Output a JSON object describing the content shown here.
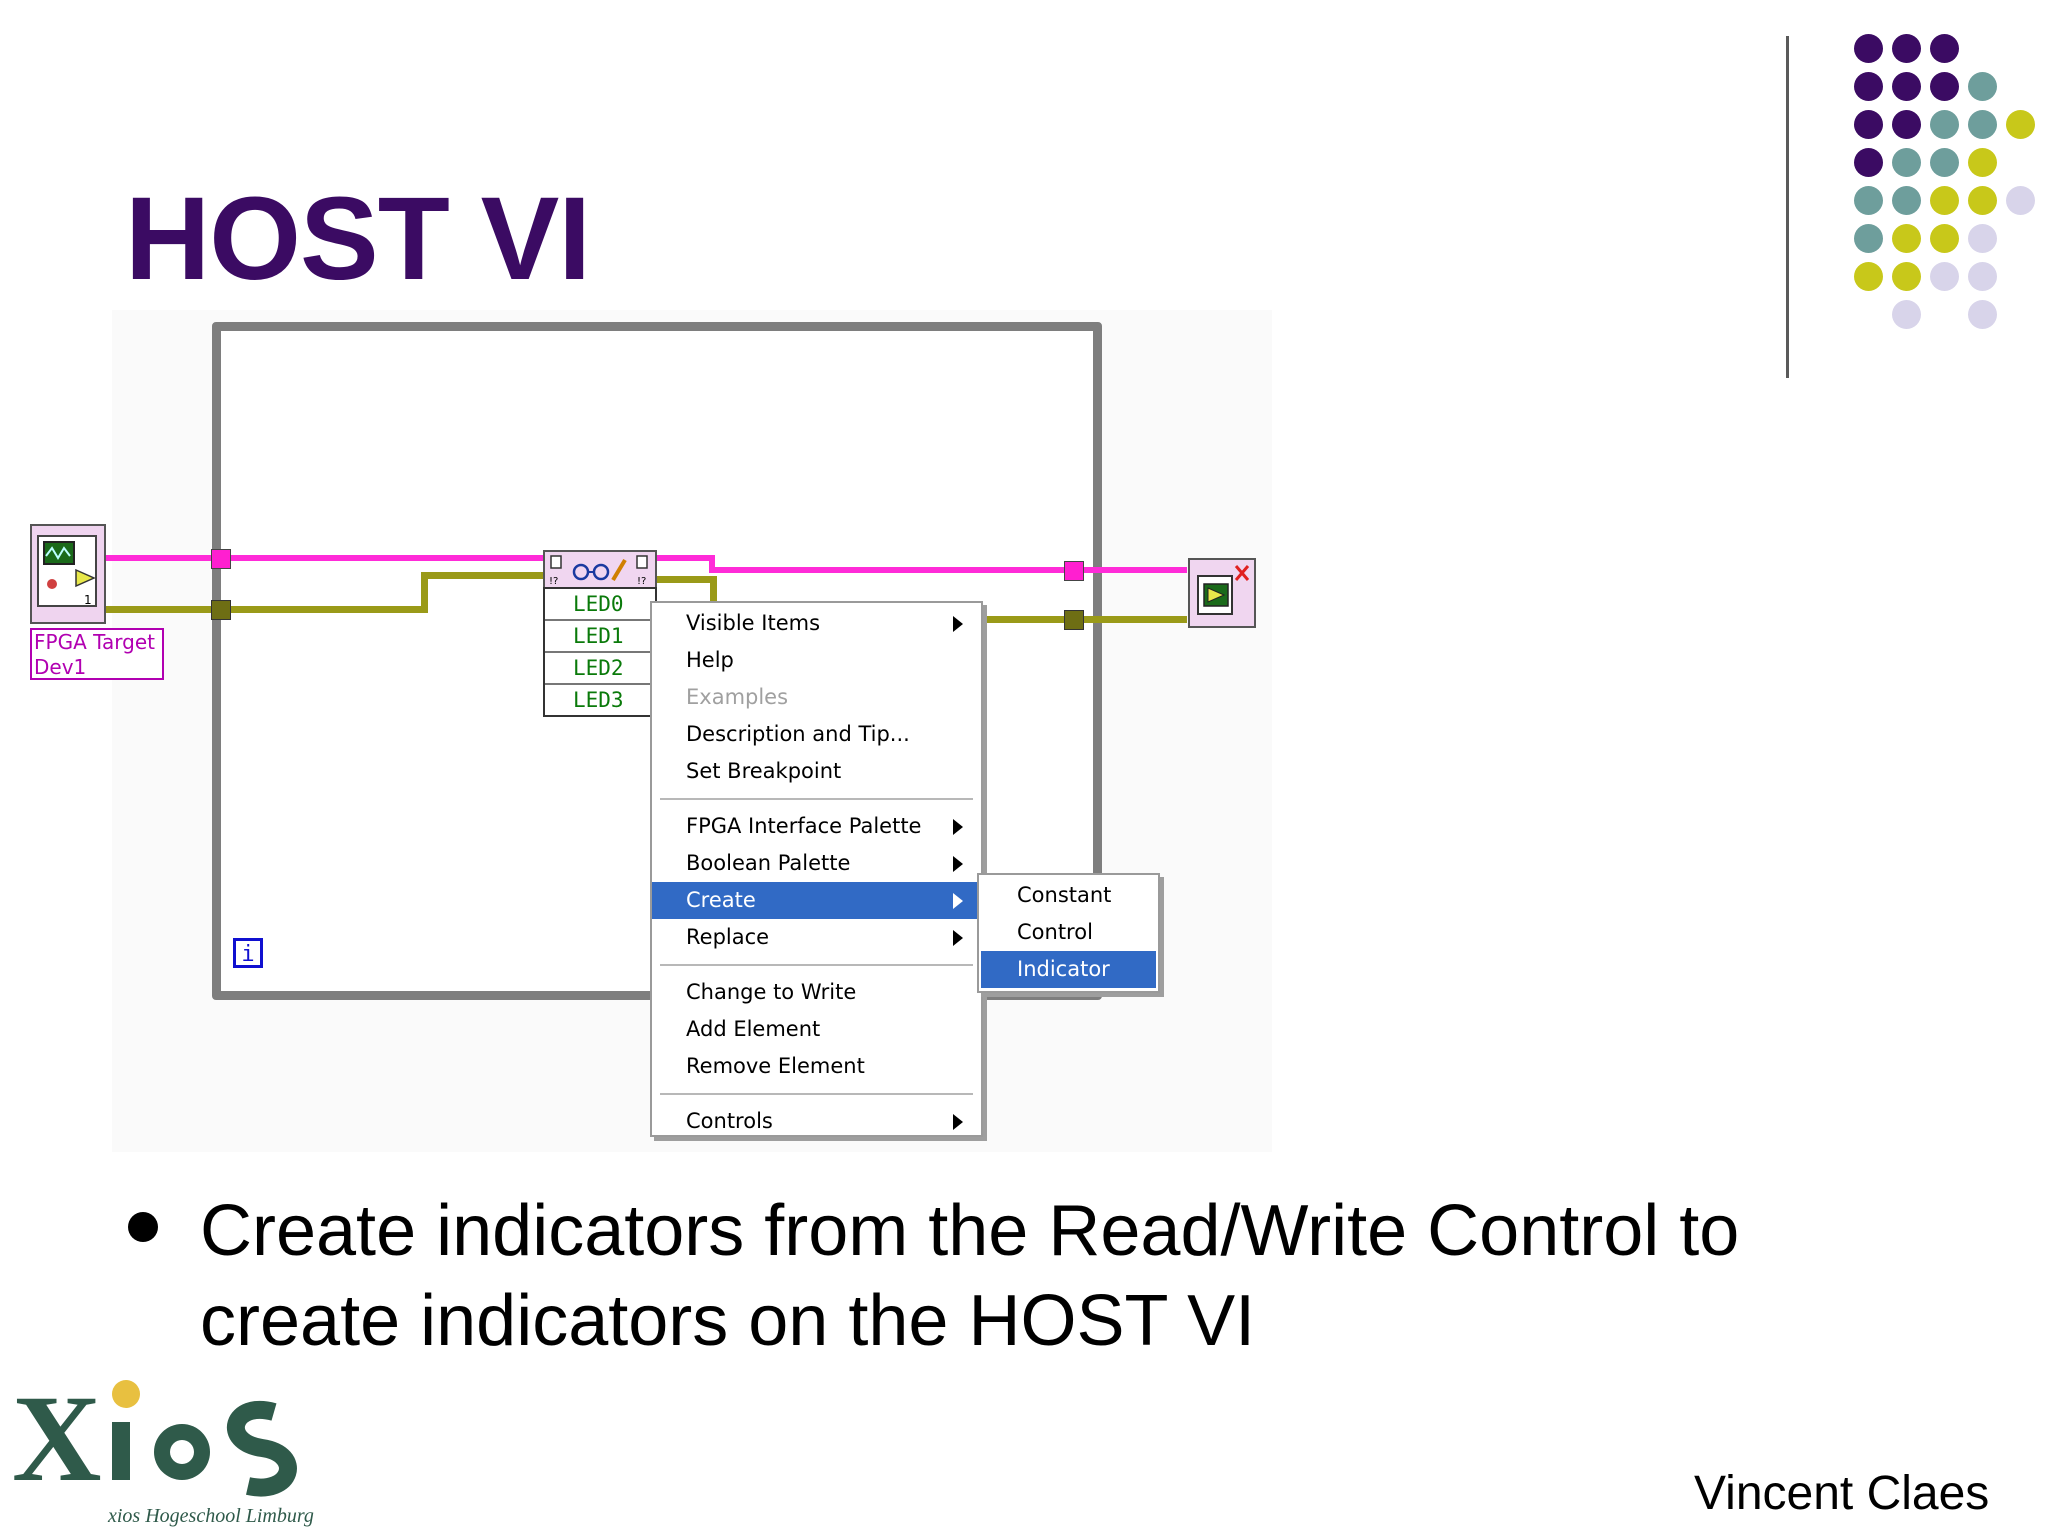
{
  "slide": {
    "title": "HOST VI",
    "bullet": "Create indicators from the Read/Write Control to create indicators on the HOST VI",
    "author": "Vincent Claes"
  },
  "logo": {
    "text": "xios Hogeschool Limburg",
    "colors": [
      "#2f5a4a",
      "#e8c040"
    ]
  },
  "diagram": {
    "open_ref_label_line1": "FPGA Target",
    "open_ref_label_line2": "Dev1",
    "iteration_terminal": "i",
    "led_items": [
      "LED0",
      "LED1",
      "LED2",
      "LED3"
    ],
    "colors": {
      "ref_wire": "#ff2bd8",
      "error_wire": "#9a9a18",
      "loop_border": "#7e7e7e",
      "led_text": "#0a7a0a"
    }
  },
  "context_menu": {
    "items": [
      {
        "label": "Visible Items",
        "submenu": true
      },
      {
        "label": "Help"
      },
      {
        "label": "Examples",
        "disabled": true
      },
      {
        "label": "Description and Tip..."
      },
      {
        "label": "Set Breakpoint"
      },
      {
        "label": "FPGA Interface Palette",
        "submenu": true
      },
      {
        "label": "Boolean Palette",
        "submenu": true
      },
      {
        "label": "Create",
        "submenu": true,
        "selected": true
      },
      {
        "label": "Replace",
        "submenu": true
      },
      {
        "label": "Change to Write"
      },
      {
        "label": "Add Element"
      },
      {
        "label": "Remove Element"
      },
      {
        "label": "Controls",
        "submenu": true
      }
    ],
    "selection_color": "#316ac5"
  },
  "create_submenu": {
    "items": [
      {
        "label": "Constant"
      },
      {
        "label": "Control"
      },
      {
        "label": "Indicator",
        "selected": true
      }
    ]
  },
  "decoration": {
    "dot_colors": {
      "purple": "#3b0b63",
      "teal": "#6e9e9c",
      "yellow": "#c8c81a",
      "lavender": "#d8d4ea"
    }
  }
}
